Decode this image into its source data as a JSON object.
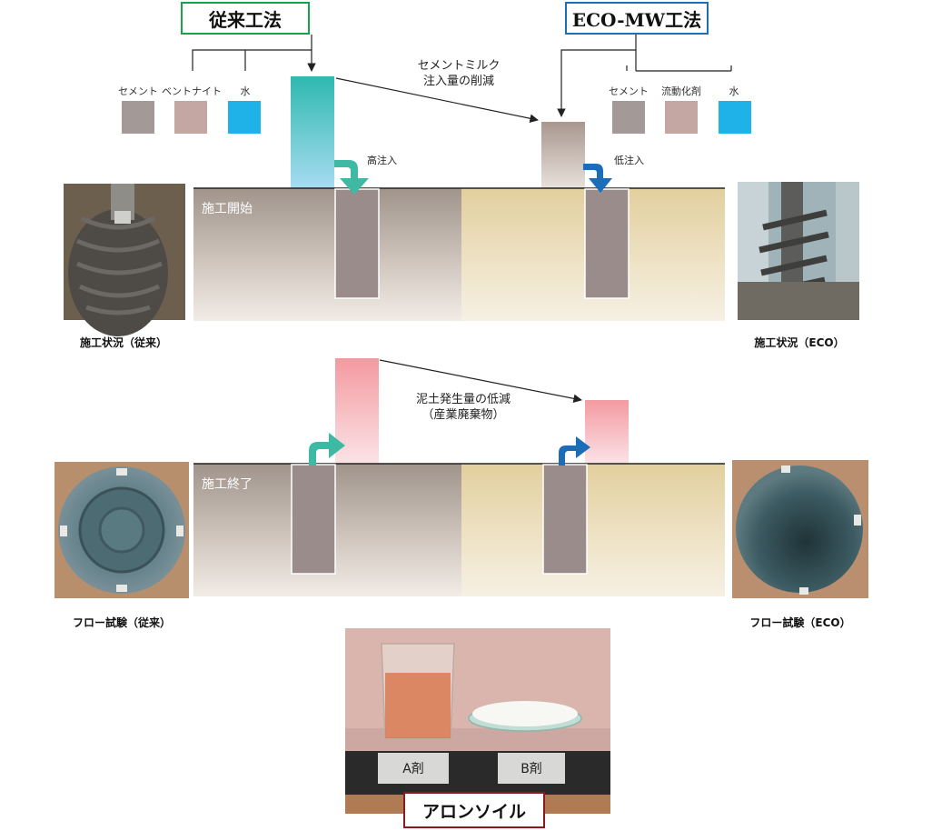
{
  "methods": {
    "conventional": {
      "title": "従来工法",
      "color": "#16a34a"
    },
    "eco": {
      "title": "ECO-MW工法",
      "color": "#1d6fb8"
    }
  },
  "legend_conventional": [
    {
      "label": "セメント",
      "color": "#a39a98"
    },
    {
      "label": "ベントナイト",
      "color": "#c4a6a2"
    },
    {
      "label": "水",
      "color": "#1fb2e8"
    }
  ],
  "legend_eco": [
    {
      "label": "セメント",
      "color": "#a39a98"
    },
    {
      "label": "流動化剤",
      "color": "#c4a6a2"
    },
    {
      "label": "水",
      "color": "#1fb2e8"
    }
  ],
  "notes": {
    "cement_milk_reduction_line1": "セメントミルク",
    "cement_milk_reduction_line2": "注入量の削減",
    "high_injection": "高注入",
    "low_injection": "低注入",
    "soil_reduction_line1": "泥土発生量の低減",
    "soil_reduction_line2": "（産業廃棄物）"
  },
  "stages": {
    "start": "施工開始",
    "end": "施工終了"
  },
  "captions": {
    "site_conventional": "施工状況（従来）",
    "site_eco": "施工状況（ECO）",
    "flow_conventional": "フロー試験（従来）",
    "flow_eco": "フロー試験（ECO）"
  },
  "product": {
    "agent_a": "A剤",
    "agent_b": "B剤",
    "name": "アロンソイル",
    "name_color": "#8b1a1a"
  }
}
